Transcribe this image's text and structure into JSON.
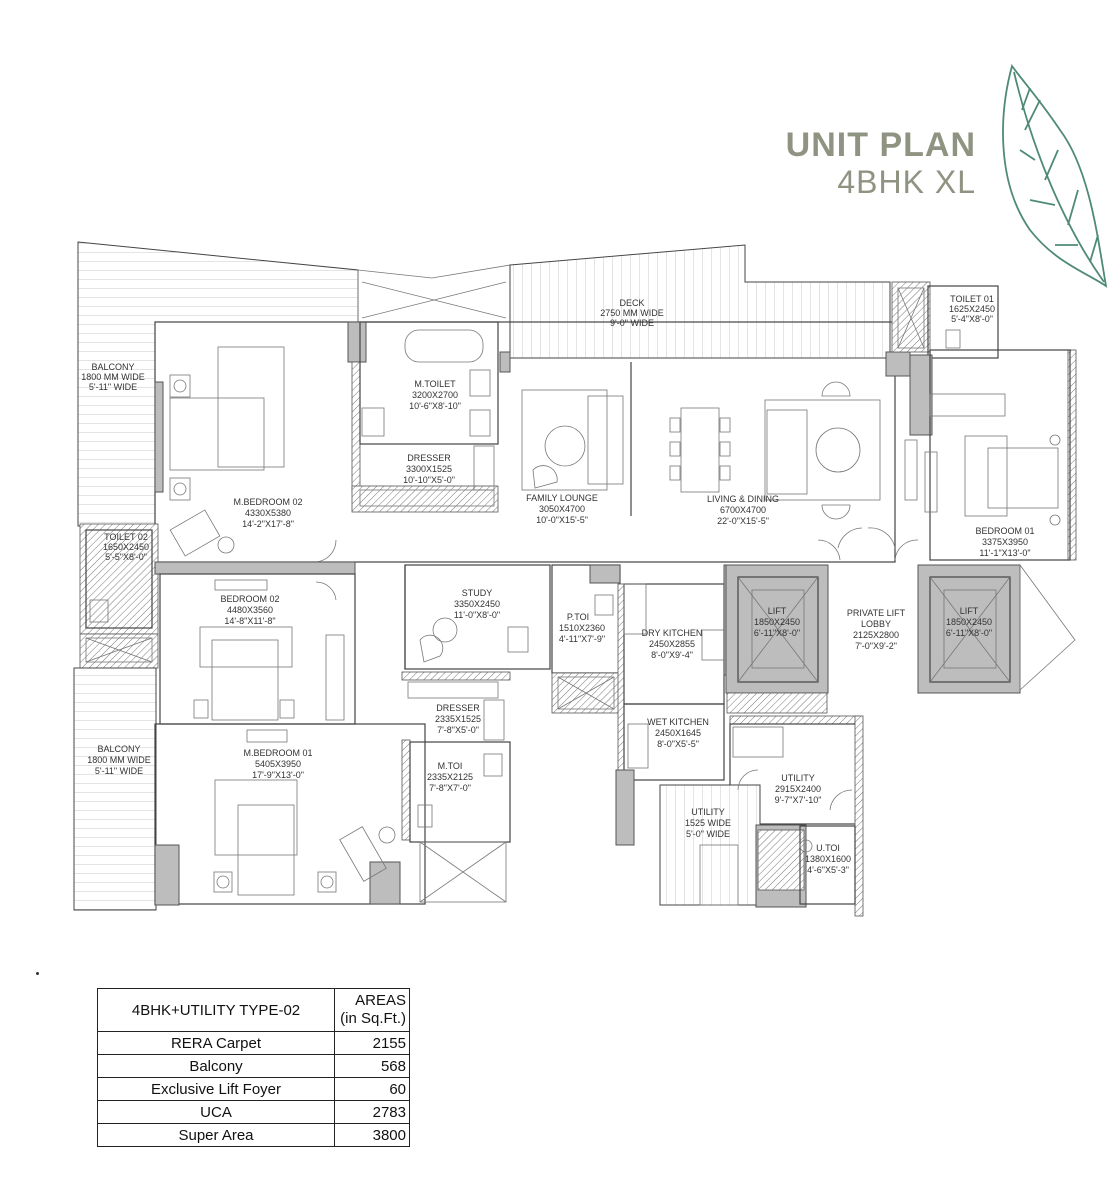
{
  "header": {
    "title": "UNIT PLAN",
    "subtitle": "4BHK XL",
    "title_color": "#8f9482",
    "leaf_color": "#4f8a78"
  },
  "rooms": {
    "balcony_top": {
      "name": "BALCONY",
      "line1": "1800 MM WIDE",
      "line2": "5'-11\" WIDE"
    },
    "deck": {
      "name": "DECK",
      "line1": "2750 MM WIDE",
      "line2": "9'-0\" WIDE"
    },
    "m_toilet": {
      "name": "M.TOILET",
      "line1": "3200X2700",
      "line2": "10'-6\"X8'-10\""
    },
    "dresser_1": {
      "name": "DRESSER",
      "line1": "3300X1525",
      "line2": "10'-10\"X5'-0\""
    },
    "m_bedroom_02": {
      "name": "M.BEDROOM 02",
      "line1": "4330X5380",
      "line2": "14'-2\"X17'-8\""
    },
    "family_lounge": {
      "name": "FAMILY LOUNGE",
      "line1": "3050X4700",
      "line2": "10'-0\"X15'-5\""
    },
    "living_dining": {
      "name": "LIVING & DINING",
      "line1": "6700X4700",
      "line2": "22'-0\"X15'-5\""
    },
    "toilet_01": {
      "name": "TOILET 01",
      "line1": "1625X2450",
      "line2": "5'-4\"X8'-0\""
    },
    "bedroom_01": {
      "name": "BEDROOM 01",
      "line1": "3375X3950",
      "line2": "11'-1\"X13'-0\""
    },
    "toilet_02": {
      "name": "TOILET 02",
      "line1": "1650X2450",
      "line2": "5'-5\"X8'-0\""
    },
    "bedroom_02": {
      "name": "BEDROOM 02",
      "line1": "4480X3560",
      "line2": "14'-8\"X11'-8\""
    },
    "study": {
      "name": "STUDY",
      "line1": "3350X2450",
      "line2": "11'-0\"X8'-0\""
    },
    "p_toi": {
      "name": "P.TOI",
      "line1": "1510X2360",
      "line2": "4'-11\"X7'-9\""
    },
    "dry_kitchen": {
      "name": "DRY KITCHEN",
      "line1": "2450X2855",
      "line2": "8'-0\"X9'-4\""
    },
    "lift_1": {
      "name": "LIFT",
      "line1": "1850X2450",
      "line2": "6'-11\"X8'-0\""
    },
    "private_lift_lobby": {
      "name": "PRIVATE LIFT",
      "name2": "LOBBY",
      "line1": "2125X2800",
      "line2": "7'-0\"X9'-2\""
    },
    "lift_2": {
      "name": "LIFT",
      "line1": "1850X2450",
      "line2": "6'-11\"X8'-0\""
    },
    "balcony_bottom": {
      "name": "BALCONY",
      "line1": "1800 MM WIDE",
      "line2": "5'-11\" WIDE"
    },
    "dresser_2": {
      "name": "DRESSER",
      "line1": "2335X1525",
      "line2": "7'-8\"X5'-0\""
    },
    "m_bedroom_01": {
      "name": "M.BEDROOM 01",
      "line1": "5405X3950",
      "line2": "17'-9\"X13'-0\""
    },
    "m_toi": {
      "name": "M.TOI",
      "line1": "2335X2125",
      "line2": "7'-8\"X7'-0\""
    },
    "wet_kitchen": {
      "name": "WET KITCHEN",
      "line1": "2450X1645",
      "line2": "8'-0\"X5'-5\""
    },
    "utility_large": {
      "name": "UTILITY",
      "line1": "2915X2400",
      "line2": "9'-7\"X7'-10\""
    },
    "utility_narrow": {
      "name": "UTILITY",
      "line1": "1525 WIDE",
      "line2": "5'-0\" WIDE"
    },
    "u_toi": {
      "name": "U.TOI",
      "line1": "1380X1600",
      "line2": "4'-6\"X5'-3\""
    }
  },
  "area_table": {
    "header_name": "4BHK+UTILITY TYPE-02",
    "header_value_1": "AREAS",
    "header_value_2": "(in Sq.Ft.)",
    "rows": [
      {
        "label": "RERA Carpet",
        "value": "2155"
      },
      {
        "label": "Balcony",
        "value": "568"
      },
      {
        "label": "Exclusive Lift Foyer",
        "value": "60"
      },
      {
        "label": "UCA",
        "value": "2783"
      },
      {
        "label": "Super Area",
        "value": "3800"
      }
    ]
  }
}
